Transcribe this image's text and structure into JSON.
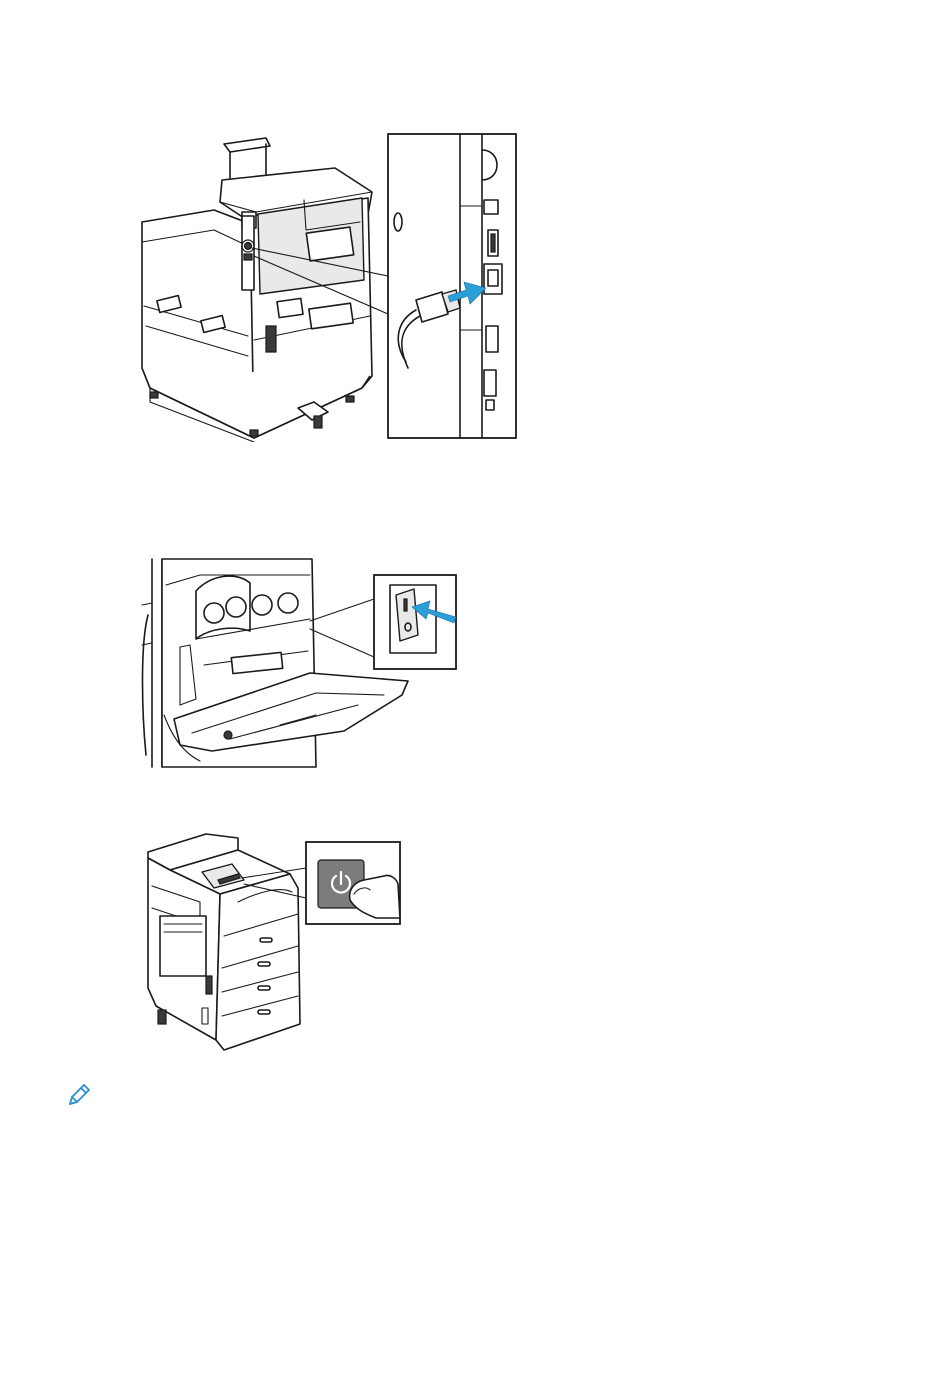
{
  "page": {
    "figures": [
      {
        "id": "connect-ethernet-cable"
      },
      {
        "id": "switch-power-on"
      },
      {
        "id": "press-power-button"
      }
    ]
  },
  "colors": {
    "arrow": "#2a9fd8",
    "note_icon": "#2a8fd0",
    "button_gray": "#7c7c7c",
    "line": "#1a1a1a"
  },
  "icons": {
    "note": "pencil-icon",
    "power": "power-symbol-icon"
  }
}
